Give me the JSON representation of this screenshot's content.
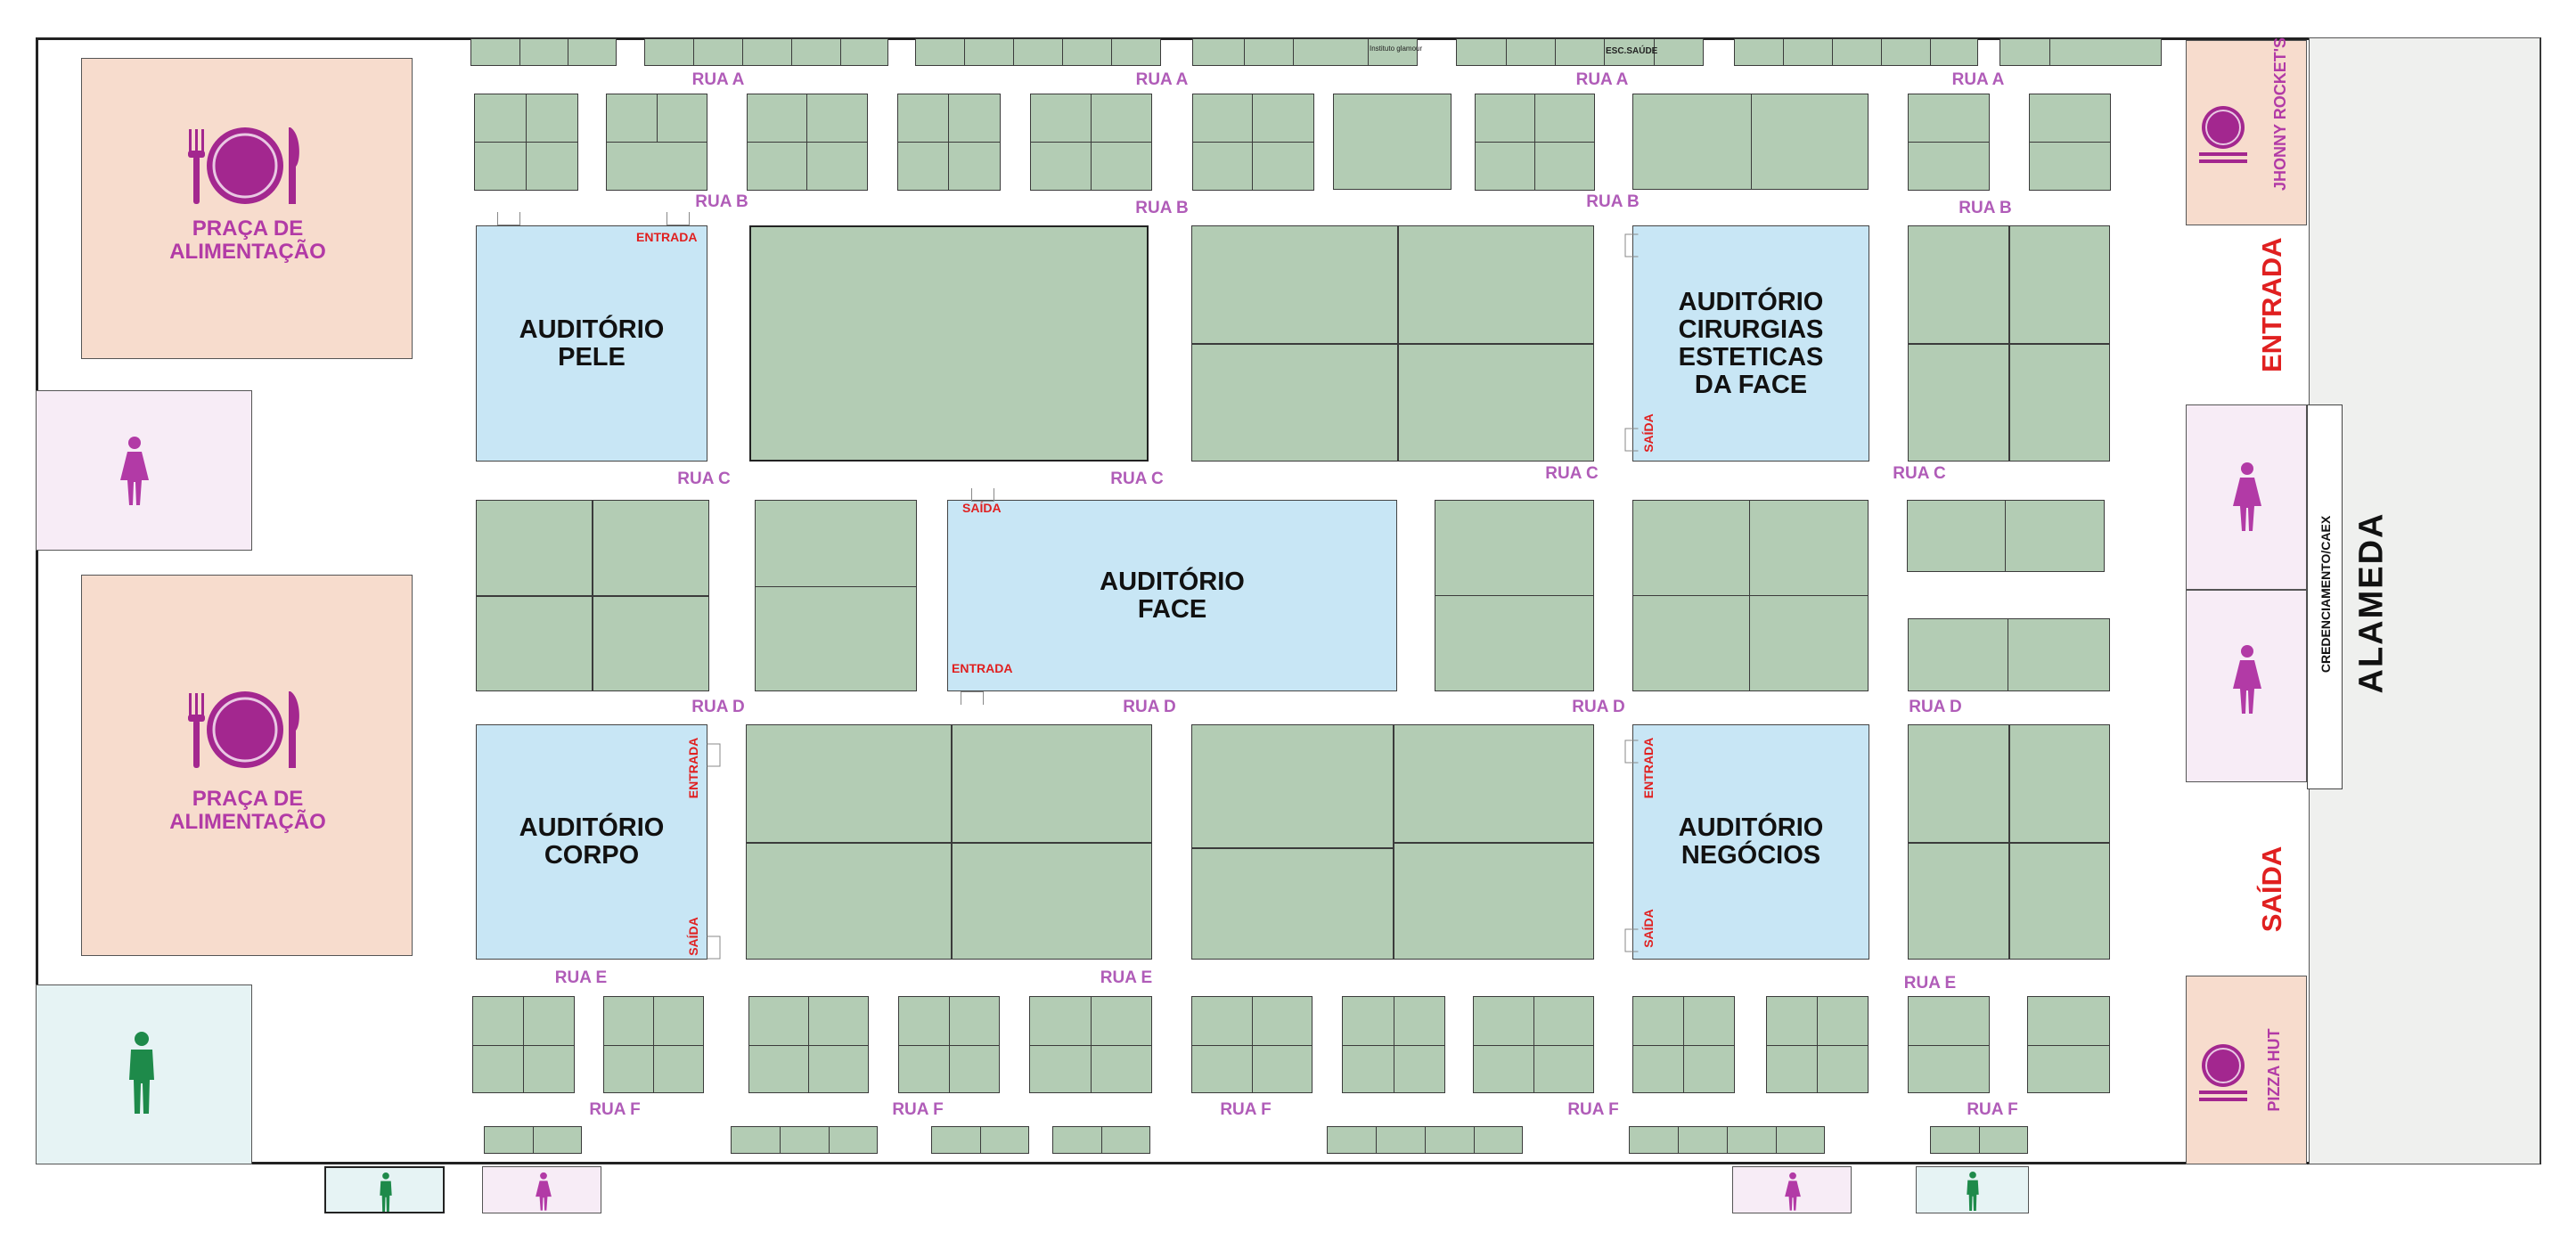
{
  "streets": {
    "a": "RUA A",
    "b": "RUA B",
    "c": "RUA C",
    "d": "RUA D",
    "e": "RUA E",
    "f": "RUA F"
  },
  "auditoriums": {
    "pele": "AUDITÓRIO\nPELE",
    "cirurgias": "AUDITÓRIO\nCIRURGIAS\nESTETICAS\nDA FACE",
    "face": "AUDITÓRIO\nFACE",
    "corpo": "AUDITÓRIO\nCORPO",
    "negocios": "AUDITÓRIO\nNEGÓCIOS"
  },
  "door_labels": {
    "entrada": "ENTRADA",
    "saida": "SAÍDA"
  },
  "food_court": {
    "label": "PRAÇA DE\nALIMENTAÇÃO"
  },
  "restaurants": {
    "jhonny": "JHONNY\nROCKET'S",
    "pizza": "PIZZA HUT"
  },
  "right_side": {
    "entrada": "ENTRADA",
    "saida": "SAÍDA",
    "credenciamento": "CREDENCIAMENTO/CAEX",
    "alameda": "ALAMEDA"
  },
  "small_labels": {
    "esc_saude": "ESC.SAÚDE",
    "instituto": "Instituto glamour"
  },
  "colors": {
    "booth": "#b3ccb4",
    "auditorium": "#c8e6f5",
    "food": "#f7dccd",
    "restroom_female": "#f7ecf6",
    "restroom_male": "#e6f3f4",
    "accent_purple": "#a3278f",
    "accent_green": "#1e8a4a",
    "red": "#e02020"
  },
  "icons": {
    "food": "plate-fork-knife-icon",
    "female": "woman-icon",
    "male": "man-icon"
  }
}
